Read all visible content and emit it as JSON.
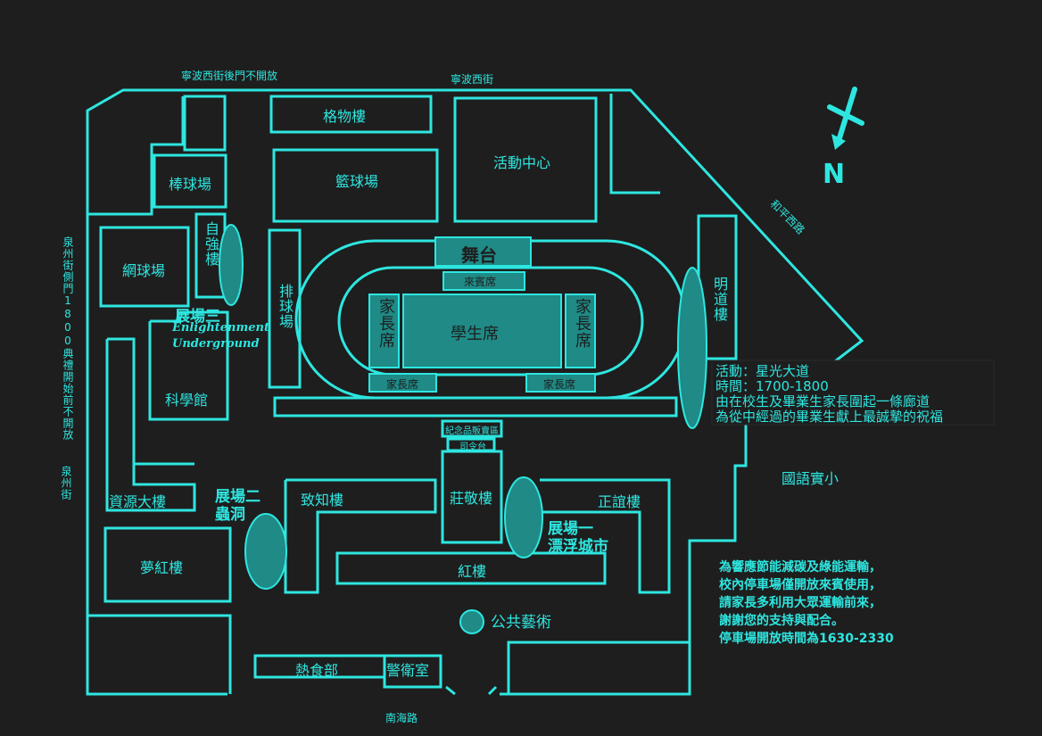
{
  "colors": {
    "background": "#1e1e1e",
    "line": "#2ee6e0",
    "fill": "#1f8a86"
  },
  "roads": {
    "ningbo_west": "寧波西街",
    "ningbo_west_back_gate": "寧波西街後門不開放",
    "heping_west": "和平西路",
    "quanzhou": "泉州街",
    "quanzhou_side_gate": "泉州街側門1800典禮開始前不開放",
    "nanhai": "南海路"
  },
  "compass": {
    "label": "N",
    "icon": "north-arrow-icon"
  },
  "buildings": {
    "gewu": "格物樓",
    "basketball": "籃球場",
    "activity_center": "活動中心",
    "baseball": "棒球場",
    "tennis": "網球場",
    "ziqiang": "自強樓",
    "volleyball": "排球場",
    "stage": "舞台",
    "guest_seats": "來賓席",
    "student_seats": "學生席",
    "parent_seats_left": "家長席",
    "parent_seats_right": "家長席",
    "parent_seats_bottom_left": "家長席",
    "parent_seats_bottom_right": "家長席",
    "mingdao": "明道樓",
    "science": "科學館",
    "resource": "資源大樓",
    "menghong": "夢紅樓",
    "souvenir": "紀念品販賣區",
    "podium": "司令台",
    "zhuangjing": "莊敬樓",
    "zhizhi": "致知樓",
    "zhengyi": "正誼樓",
    "honglou": "紅樓",
    "public_art": "公共藝術",
    "cafeteria": "熱食部",
    "guard_room": "警衛室",
    "elementary": "國語實小"
  },
  "exhibits": {
    "three_title": "展場三",
    "three_en_1": "Enlightenment",
    "three_en_2": "Underground",
    "two_title": "展場二",
    "two_name": "蟲洞",
    "one_title": "展場一",
    "one_name": "漂浮城市"
  },
  "event_note": {
    "line1": "活動：星光大道",
    "line2": "時間：1700-1800",
    "line3": "由在校生及畢業生家長圍起一條廊道",
    "line4": "為從中經過的畢業生獻上最誠摯的祝福"
  },
  "parking_note": {
    "line1": "為響應節能減碳及綠能運輸，",
    "line2": "校內停車場僅開放來賓使用，",
    "line3": "請家長多利用大眾運輸前來，",
    "line4": "謝謝您的支持與配合。",
    "line5": "停車場開放時間為1630-2330"
  }
}
